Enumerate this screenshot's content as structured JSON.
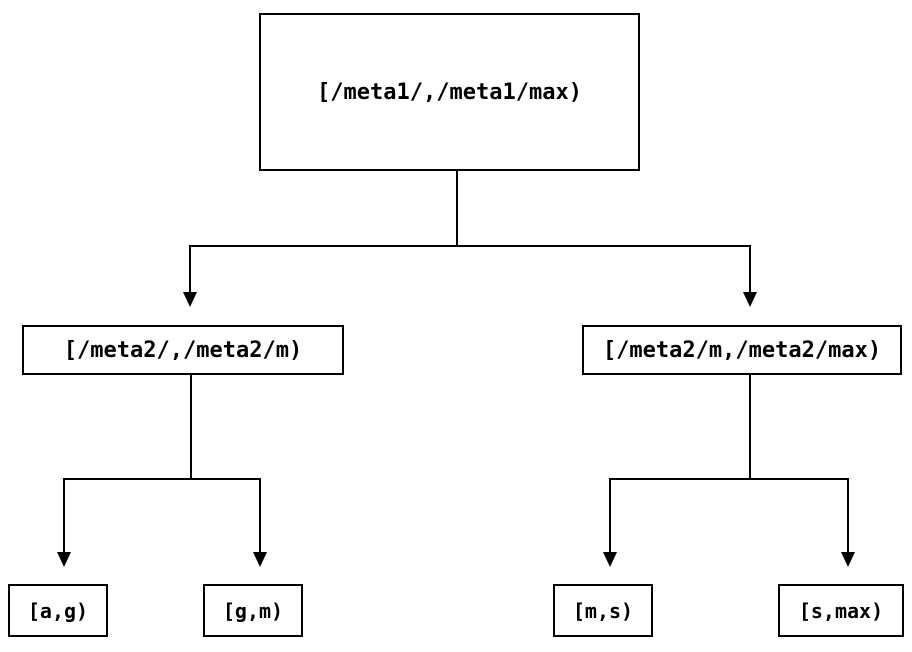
{
  "diagram": {
    "background_color": "#ffffff",
    "line_color": "#000000",
    "nodes": {
      "root": {
        "label": "[/meta1/,/meta1/max)"
      },
      "level2_left": {
        "label": "[/meta2/,/meta2/m)"
      },
      "level2_right": {
        "label": "[/meta2/m,/meta2/max)"
      },
      "leaf_a_g": {
        "label": "[a,g)"
      },
      "leaf_g_m": {
        "label": "[g,m)"
      },
      "leaf_m_s": {
        "label": "[m,s)"
      },
      "leaf_s_max": {
        "label": "[s,max)"
      }
    },
    "edges": [
      {
        "from": "root",
        "to": "level2_left"
      },
      {
        "from": "root",
        "to": "level2_right"
      },
      {
        "from": "level2_left",
        "to": "leaf_a_g"
      },
      {
        "from": "level2_left",
        "to": "leaf_g_m"
      },
      {
        "from": "level2_right",
        "to": "leaf_m_s"
      },
      {
        "from": "level2_right",
        "to": "leaf_s_max"
      }
    ]
  }
}
